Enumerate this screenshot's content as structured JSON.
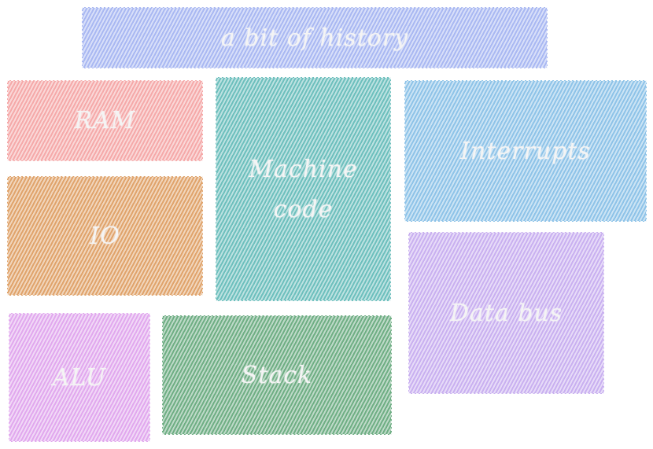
{
  "diagram": {
    "boxes": [
      {
        "id": "history",
        "label": "a bit of history",
        "color": "#a9b8f2"
      },
      {
        "id": "ram",
        "label": "RAM",
        "color": "#f5a9a9"
      },
      {
        "id": "io",
        "label": "IO",
        "color": "#e0a36b"
      },
      {
        "id": "machine-code",
        "label": "Machine\ncode",
        "color": "#6dbfbd"
      },
      {
        "id": "interrupts",
        "label": "Interrupts",
        "color": "#8ec3e8"
      },
      {
        "id": "data-bus",
        "label": "Data bus",
        "color": "#c9b0f0"
      },
      {
        "id": "alu",
        "label": "ALU",
        "color": "#e1a8ee"
      },
      {
        "id": "stack",
        "label": "Stack",
        "color": "#6fae84"
      }
    ]
  }
}
